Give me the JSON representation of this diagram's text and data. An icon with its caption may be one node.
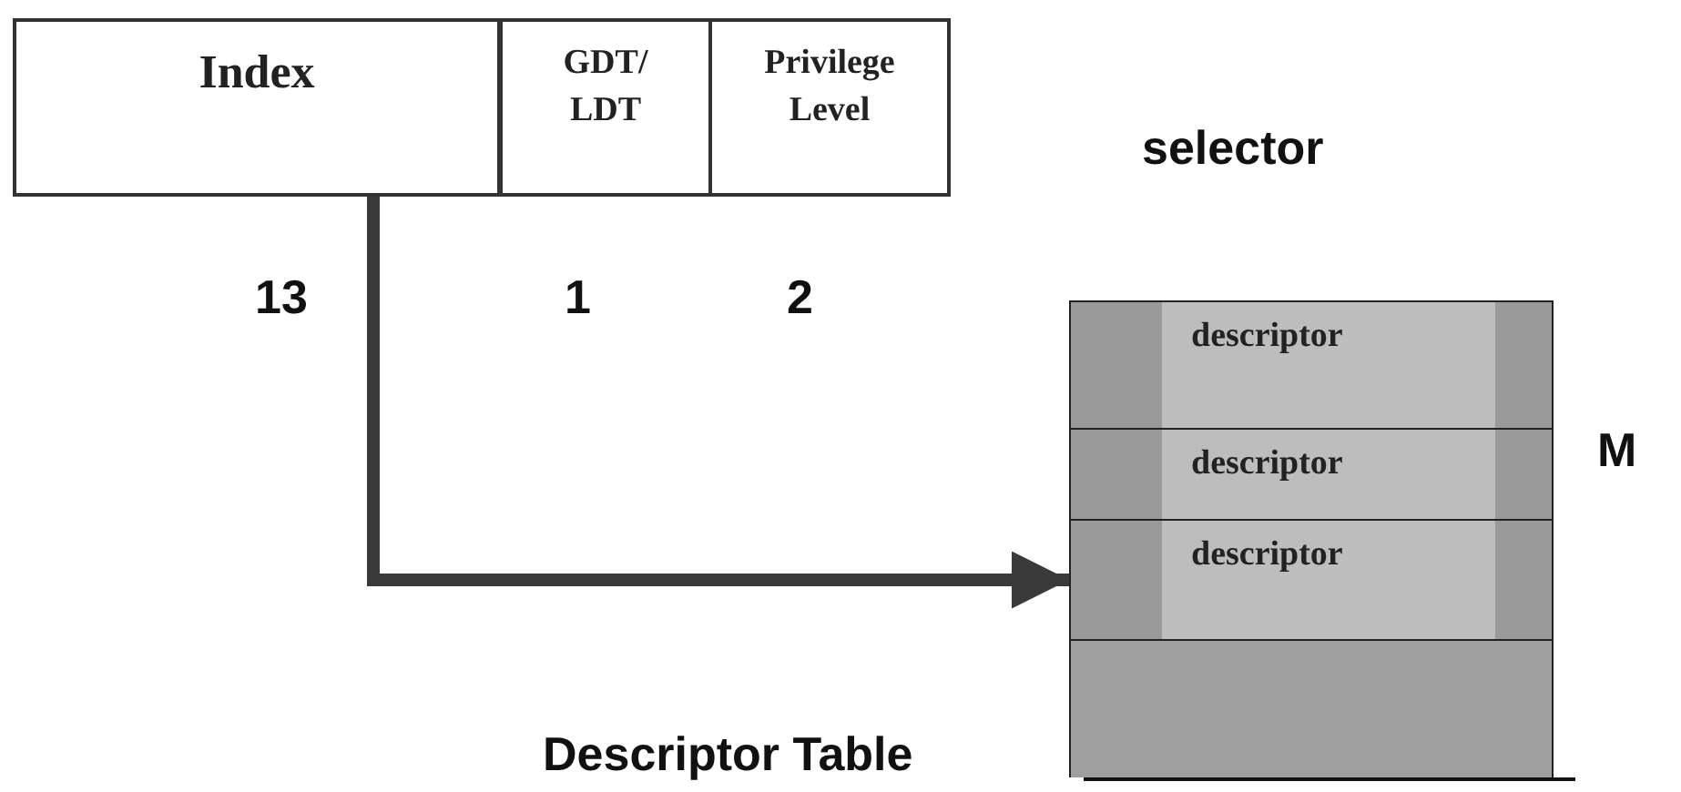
{
  "diagram": {
    "nodes": [
      {
        "text": [
          "selector"
        ]
      },
      {
        "text": [
          "Index"
        ],
        "in": 0
      },
      {
        "text": [
          "GDT/ LDT"
        ],
        "in": 0
      },
      {
        "text": [
          "Privilege Level"
        ],
        "in": 0
      },
      {
        "text": [
          "Descriptor Table"
        ]
      },
      {
        "text": [
          "descriptor"
        ],
        "in": 4
      },
      {
        "text": [
          "descriptor"
        ],
        "in": 4
      },
      {
        "text": [
          "descriptor"
        ],
        "in": 4
      }
    ],
    "edges": [
      {
        "from": 1,
        "to": 7,
        "arrow": "to"
      }
    ],
    "labels": [
      "13",
      "1",
      "2",
      "M"
    ]
  }
}
